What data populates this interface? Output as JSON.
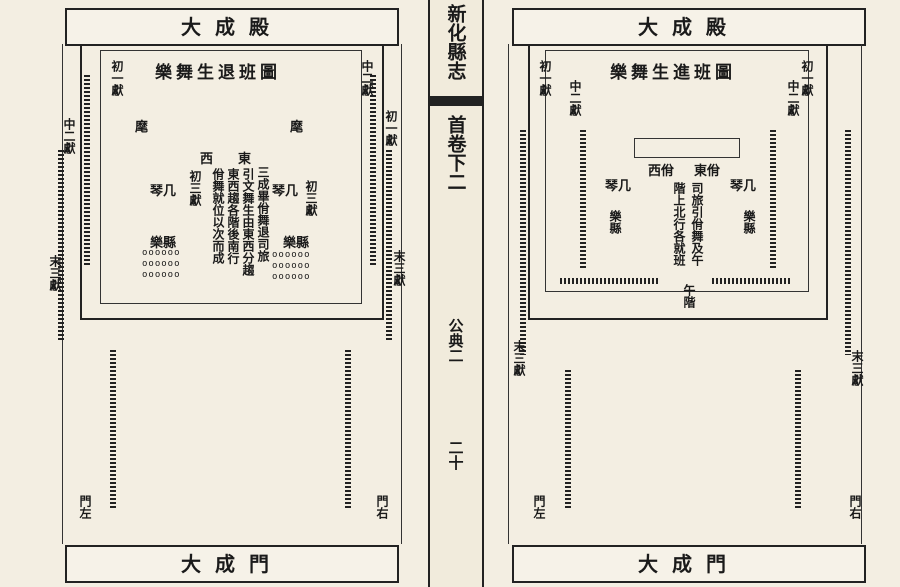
{
  "spine": {
    "title": "新化縣志",
    "volume": "首卷下二",
    "section": "公典二",
    "page": "二十"
  },
  "left_panel": {
    "hall": "大成殿",
    "title": "樂舞生退班圖",
    "gate": "大成門",
    "labels": {
      "first_offering_l": "初一獻",
      "first_offering_r": "初一獻",
      "second_offering_l": "中二獻",
      "second_offering_r": "中二獻",
      "third_offering_l": "末三獻",
      "third_offering_r": "末三獻",
      "banner_l": "麾",
      "banner_r": "麾",
      "qin_l": "琴几",
      "qin_r": "琴几",
      "yue_xuan_l": "樂縣",
      "yue_xuan_r": "樂縣",
      "third_l": "初三獻",
      "third_r": "初三獻",
      "note1": "三成畢佾舞退司旅",
      "note2": "引文舞生由東西分趨",
      "note3": "東西趨各階後南行",
      "note4": "佾舞就位以次而成",
      "east": "東",
      "west": "西",
      "gate_label_l": "門左",
      "gate_label_r": "門右"
    }
  },
  "right_panel": {
    "hall": "大成殿",
    "title": "樂舞生進班圖",
    "gate": "大成門",
    "labels": {
      "first_offering_l": "初一獻",
      "first_offering_r": "初一獻",
      "second_offering_l": "中二獻",
      "second_offering_r": "中二獻",
      "third_offering_l": "末三獻",
      "third_offering_r": "末三獻",
      "qin_l": "琴几",
      "qin_r": "琴几",
      "yue_xuan_l": "樂縣",
      "yue_xuan_r": "樂縣",
      "east_dancers": "東佾",
      "west_dancers": "西佾",
      "note1": "司旅引佾舞及午",
      "note2": "階上北行各就班",
      "noon_steps": "午階",
      "gate_label_l": "門左",
      "gate_label_r": "門右"
    }
  }
}
